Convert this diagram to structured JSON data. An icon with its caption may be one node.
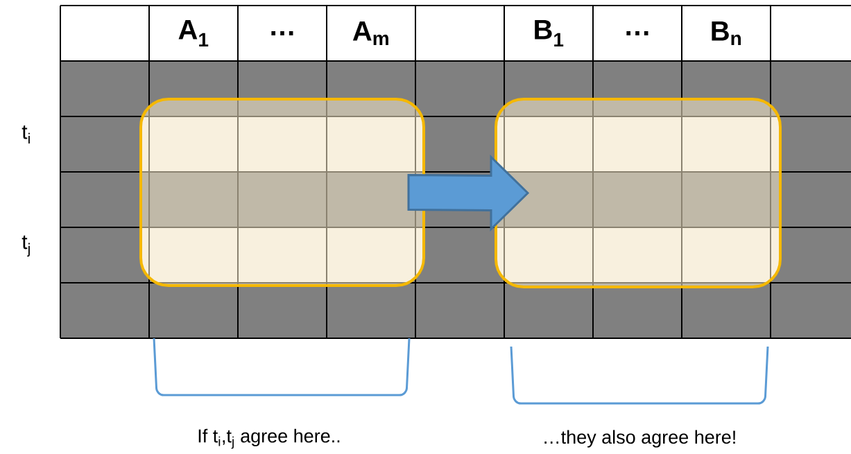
{
  "diagram": {
    "nodes": [
      {
        "text": [],
        "shape": "box"
      },
      {
        "text": [],
        "shape": "box"
      }
    ],
    "edges": [
      {
        "from": 0,
        "to": 1,
        "arrow": "to"
      }
    ],
    "labels": [
      "A$_{1}$",
      "…",
      "A$_{m}$",
      "B$_{1}$",
      "…",
      "B$_{n}$",
      "t$_{i}$",
      "t$_{j}$",
      "If t$_{i}$,t$_{j}$ agree here..",
      "…they also agree here!"
    ]
  }
}
